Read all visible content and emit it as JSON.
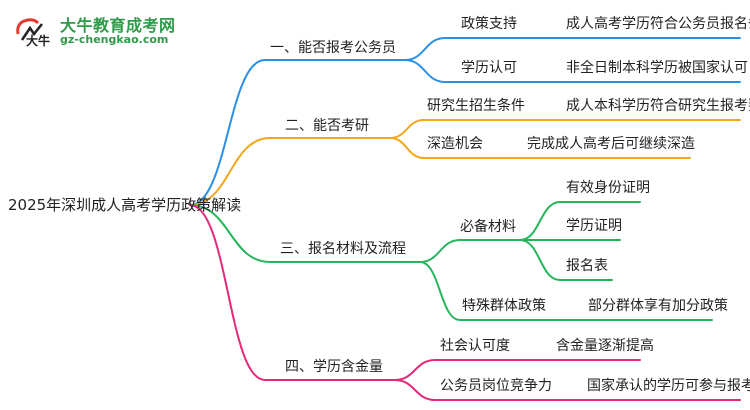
{
  "logo": {
    "name": "大牛教育成考网",
    "url": "gz-chengkao.com"
  },
  "colors": {
    "blue": "#2b8fe6",
    "orange": "#f2a71a",
    "green": "#27b55c",
    "pink": "#e6287a",
    "logo_green": "#2f9a4a"
  },
  "mindmap": {
    "root": "2025年深圳成人高考学历政策解读",
    "branches": [
      {
        "label": "一、能否报考公务员",
        "children": [
          {
            "label": "政策支持",
            "leaf": "成人高考学历符合公务员报名条件"
          },
          {
            "label": "学历认可",
            "leaf": "非全日制本科学历被国家认可"
          }
        ]
      },
      {
        "label": "二、能否考研",
        "children": [
          {
            "label": "研究生招生条件",
            "leaf": "成人本科学历符合研究生报考要求"
          },
          {
            "label": "深造机会",
            "leaf": "完成成人高考后可继续深造"
          }
        ]
      },
      {
        "label": "三、报名材料及流程",
        "children": [
          {
            "label": "必备材料",
            "items": [
              "有效身份证明",
              "学历证明",
              "报名表"
            ]
          },
          {
            "label": "特殊群体政策",
            "leaf": "部分群体享有加分政策"
          }
        ]
      },
      {
        "label": "四、学历含金量",
        "children": [
          {
            "label": "社会认可度",
            "leaf": "含金量逐渐提高"
          },
          {
            "label": "公务员岗位竞争力",
            "leaf": "国家承认的学历可参与报考"
          }
        ]
      }
    ]
  }
}
